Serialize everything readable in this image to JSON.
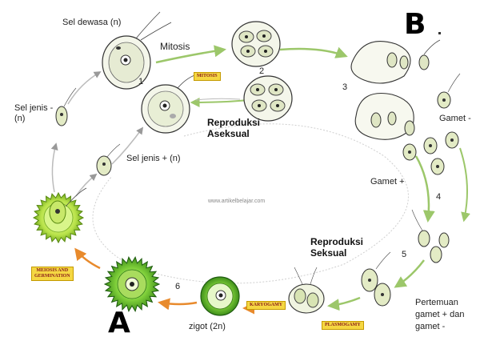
{
  "labels": {
    "sel_dewasa": "Sel dewasa (n)",
    "mitosis": "Mitosis",
    "sel_jenis_minus_1": "Sel jenis -",
    "sel_jenis_minus_2": "(n)",
    "sel_jenis_plus": "Sel jenis + (n)",
    "reproduksi_aseksual_1": "Reproduksi",
    "reproduksi_aseksual_2": "Aseksual",
    "gamet_minus": "Gamet -",
    "gamet_plus": "Gamet +",
    "reproduksi_seksual_1": "Reproduksi",
    "reproduksi_seksual_2": "Seksual",
    "pertemuan_1": "Pertemuan",
    "pertemuan_2": "gamet + dan",
    "pertemuan_3": "gamet -",
    "zigot": "zigot (2n)",
    "watermark": "www.artikelbelajar.com"
  },
  "markers": {
    "a": "A",
    "b": "B"
  },
  "numbers": {
    "n1": "1",
    "n2": "2",
    "n3": "3",
    "n4": "4",
    "n5": "5",
    "n6": "6"
  },
  "tags": {
    "mitosis": "MITOSIS",
    "meiosis_1": "MEIOSIS AND",
    "meiosis_2": "GERMINATION",
    "karyogamy": "KARYOGAMY",
    "plasmogamy": "PLASMOGAMY"
  },
  "colors": {
    "arrow_green": "#9cc76a",
    "arrow_orange": "#e88a2c",
    "cell_fill": "#f4f6ea",
    "zygote_green": "#7fcf3a",
    "tag_yellow": "#f5d742"
  }
}
